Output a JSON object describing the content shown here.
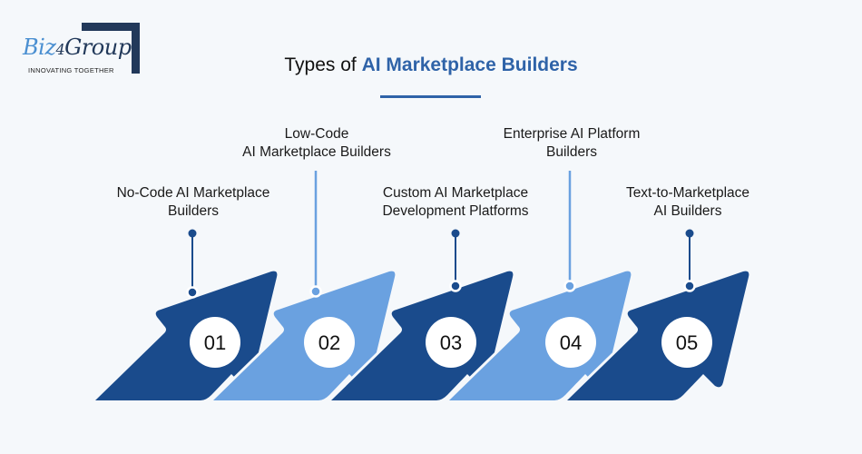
{
  "logo": {
    "brand_part1": "Biz",
    "brand_part2": "4",
    "brand_part3": "Group",
    "tagline": "INNOVATING TOGETHER"
  },
  "header": {
    "title_prefix": "Types of ",
    "title_accent": "AI Marketplace Builders"
  },
  "colors": {
    "dark_blue": "#1a4b8c",
    "light_blue": "#6aa1e0",
    "accent": "#2f63a8",
    "background": "#f5f8fb"
  },
  "steps": [
    {
      "number": "01",
      "line1": "No-Code AI Marketplace",
      "line2": "Builders",
      "color": "dark"
    },
    {
      "number": "02",
      "line1": "Low-Code",
      "line2": "AI Marketplace Builders",
      "color": "light"
    },
    {
      "number": "03",
      "line1": "Custom AI Marketplace",
      "line2": "Development Platforms",
      "color": "dark"
    },
    {
      "number": "04",
      "line1": "Enterprise AI Platform",
      "line2": "Builders",
      "color": "light"
    },
    {
      "number": "05",
      "line1": "Text-to-Marketplace",
      "line2": "AI Builders",
      "color": "dark"
    }
  ]
}
